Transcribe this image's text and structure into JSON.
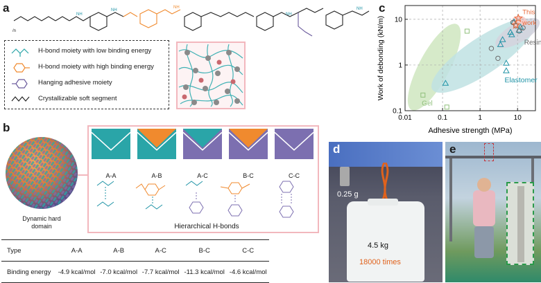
{
  "panels": {
    "a": "a",
    "b": "b",
    "c": "c",
    "d": "d",
    "e": "e"
  },
  "legend": {
    "items": [
      {
        "label": "H-bond moiety with low binding energy",
        "color": "#2aa5a8"
      },
      {
        "label": "H-bond moiety with high binding energy",
        "color": "#f08a2e"
      },
      {
        "label": "Hanging adhesive moiety",
        "color": "#6a5a9c"
      },
      {
        "label": "Crystallizable soft segment",
        "color": "#222222"
      }
    ]
  },
  "panel_b": {
    "domain_label_1": "Dynamic hard",
    "domain_label_2": "domain",
    "tiles": [
      {
        "label": "A-A",
        "top": "#2aa5a8",
        "bottom": "#2aa5a8"
      },
      {
        "label": "A-B",
        "top": "#f08a2e",
        "bottom": "#2aa5a8"
      },
      {
        "label": "A-C",
        "top": "#2aa5a8",
        "bottom": "#7c6fb0"
      },
      {
        "label": "B-C",
        "top": "#f08a2e",
        "bottom": "#7c6fb0"
      },
      {
        "label": "C-C",
        "top": "#7c6fb0",
        "bottom": "#7c6fb0"
      }
    ],
    "hbond_caption": "Hierarchical H-bonds"
  },
  "table": {
    "rows": [
      [
        "Type",
        "A-A",
        "A-B",
        "A-C",
        "B-C",
        "C-C"
      ],
      [
        "Binding energy",
        "-4.9 kcal/mol",
        "-7.0 kcal/mol",
        "-7.7 kcal/mol",
        "-11.3 kcal/mol",
        "-4.6 kcal/mol"
      ]
    ]
  },
  "chart_data": {
    "type": "scatter",
    "xlabel": "Adhesive strength (MPa)",
    "ylabel": "Work of debonding (kN/m)",
    "x_scale": "log",
    "y_scale": "log",
    "xlim": [
      0.01,
      30
    ],
    "ylim": [
      0.1,
      20
    ],
    "x_ticks": [
      0.01,
      0.1,
      1,
      10
    ],
    "x_tick_labels": [
      "0.01",
      "0.1",
      "1",
      "10"
    ],
    "y_ticks": [
      0.1,
      1,
      10
    ],
    "y_tick_labels": [
      "0.1",
      "1",
      "10"
    ],
    "grid": true,
    "region_labels": [
      {
        "text": "Gel",
        "color": "#8fbf7a"
      },
      {
        "text": "Elastomer",
        "color": "#1f93a6"
      },
      {
        "text": "Resin",
        "color": "#6a6a6a"
      },
      {
        "text": "This",
        "color": "#e86a3a"
      },
      {
        "text": "work",
        "color": "#e86a3a"
      }
    ],
    "series": [
      {
        "marker": "square",
        "color": "#8fbf7a",
        "points": [
          [
            0.03,
            0.22
          ],
          [
            0.13,
            0.12
          ],
          [
            0.45,
            5.5
          ]
        ]
      },
      {
        "marker": "triangle",
        "color": "#1f93a6",
        "points": [
          [
            0.12,
            0.4
          ],
          [
            3.5,
            2.8
          ],
          [
            4,
            3.6
          ],
          [
            5,
            1.1
          ],
          [
            5,
            0.75
          ],
          [
            6.5,
            5.2
          ],
          [
            7,
            4.6
          ],
          [
            8,
            8.8
          ],
          [
            11,
            5.8
          ],
          [
            12,
            6.8
          ]
        ]
      },
      {
        "marker": "circle",
        "color": "#6a6a6a",
        "points": [
          [
            2,
            2.3
          ],
          [
            3,
            1.4
          ],
          [
            7.5,
            8.5
          ],
          [
            9,
            7.2
          ],
          [
            11,
            5.5
          ],
          [
            14,
            6.5
          ]
        ]
      },
      {
        "marker": "star",
        "color": "#e86a3a",
        "points": [
          [
            9,
            7.5
          ],
          [
            10.5,
            10.5
          ]
        ]
      }
    ]
  },
  "panel_d": {
    "weight_small": "0.25 g",
    "weight_large": "4.5 kg",
    "cycles": "18000 times"
  }
}
